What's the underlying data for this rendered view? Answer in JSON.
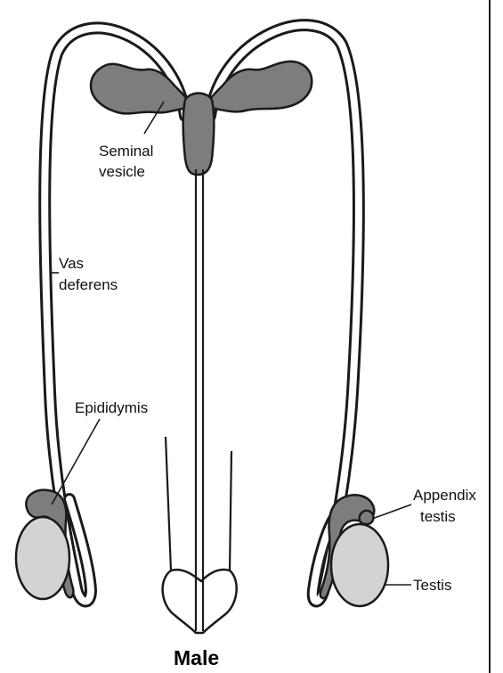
{
  "title": "Male",
  "labels": {
    "seminal_vesicle_line1": "Seminal",
    "seminal_vesicle_line2": "vesicle",
    "vas_deferens_line1": "Vas",
    "vas_deferens_line2": "deferens",
    "epididymis": "Epididymis",
    "appendix_testis_line1": "Appendix",
    "appendix_testis_line2": "testis",
    "testis": "Testis"
  },
  "colors": {
    "gland_fill": "#7d7d7d",
    "testis_fill": "#d3d3d3",
    "outline": "#1a1a1a",
    "background": "#ffffff"
  }
}
